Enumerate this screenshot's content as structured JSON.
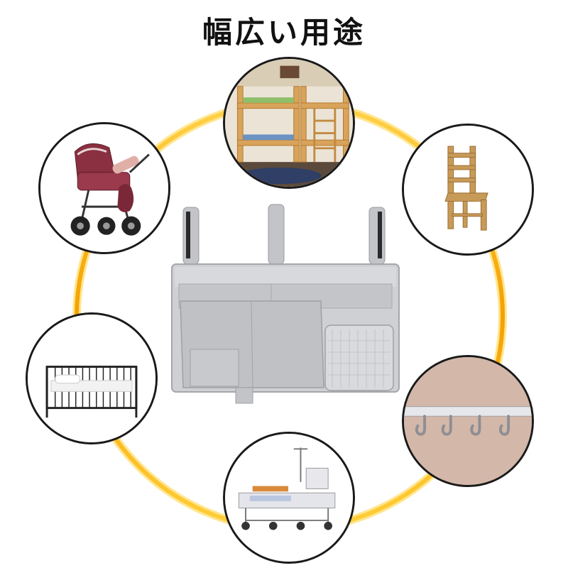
{
  "title": "幅広い用途",
  "ring_colors": {
    "outer": "#f7b500",
    "inner": "#f29000"
  },
  "scenes": [
    {
      "name": "bunk-bed-scene"
    },
    {
      "name": "stroller-scene"
    },
    {
      "name": "chair-scene"
    },
    {
      "name": "metal-bed-scene"
    },
    {
      "name": "wall-hook-scene"
    },
    {
      "name": "hospital-bed-scene"
    }
  ],
  "product": {
    "name": "bedside-organizer-pouch",
    "color": "#c9cacd"
  }
}
